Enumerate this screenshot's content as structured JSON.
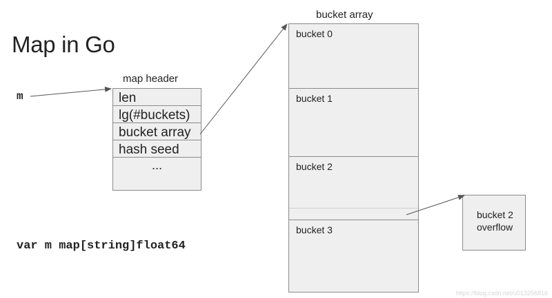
{
  "title": "Map in Go",
  "variable": "m",
  "declaration": "var m map[string]float64",
  "map_header": {
    "label": "map header",
    "fields": [
      "len",
      "lg(#buckets)",
      "bucket array",
      "hash seed",
      "..."
    ]
  },
  "bucket_array": {
    "label": "bucket array",
    "buckets": [
      "bucket 0",
      "bucket 1",
      "bucket 2",
      "bucket 3"
    ]
  },
  "overflow": {
    "line1": "bucket 2",
    "line2": "overflow"
  },
  "watermark": "https://blog.csdn.net/u013256816"
}
